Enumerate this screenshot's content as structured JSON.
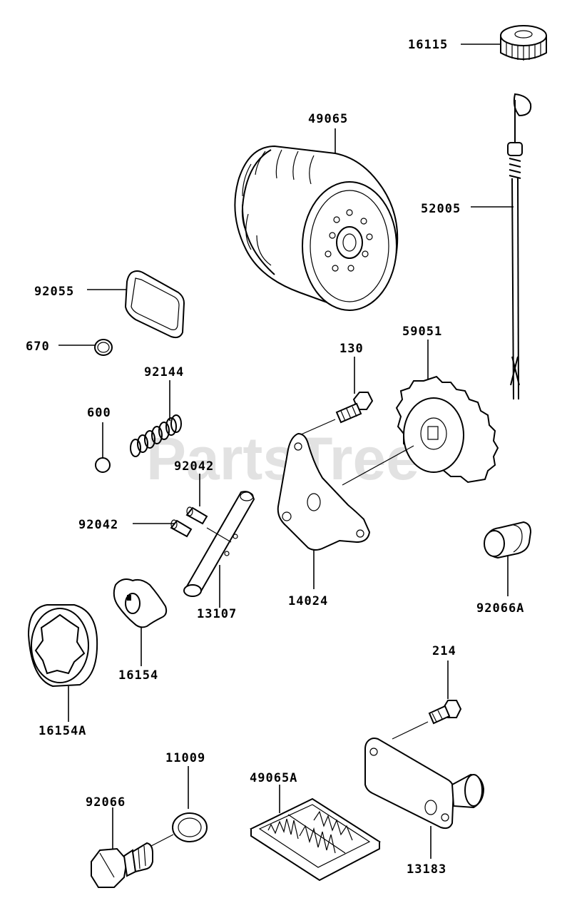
{
  "watermark": "PartsTree",
  "labels": {
    "p16115": "16115",
    "p49065": "49065",
    "p52005": "52005",
    "p92055": "92055",
    "p670": "670",
    "p92144": "92144",
    "p600": "600",
    "p130": "130",
    "p59051": "59051",
    "p92042a": "92042",
    "p92042b": "92042",
    "p13107": "13107",
    "p14024": "14024",
    "p92066A": "92066A",
    "p16154": "16154",
    "p16154A": "16154A",
    "p214": "214",
    "p11009": "11009",
    "p49065A": "49065A",
    "p92066": "92066",
    "p13183": "13183"
  }
}
